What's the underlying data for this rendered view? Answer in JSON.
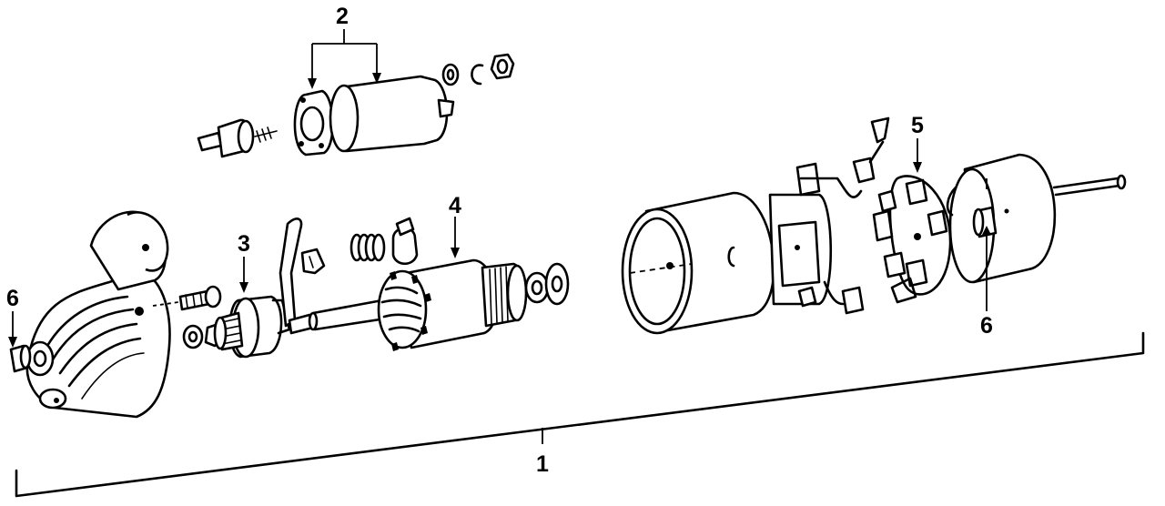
{
  "callouts": [
    {
      "id": "callout-1",
      "label": "1"
    },
    {
      "id": "callout-2",
      "label": "2"
    },
    {
      "id": "callout-3",
      "label": "3"
    },
    {
      "id": "callout-4",
      "label": "4"
    },
    {
      "id": "callout-5",
      "label": "5"
    },
    {
      "id": "callout-6-left",
      "label": "6"
    },
    {
      "id": "callout-6-right",
      "label": "6"
    }
  ]
}
